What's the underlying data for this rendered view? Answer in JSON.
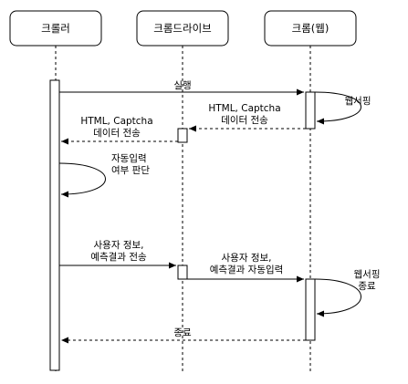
{
  "participants": [
    {
      "id": "crawler",
      "label": "크롤러"
    },
    {
      "id": "chromedriver",
      "label": "크롬드라이브"
    },
    {
      "id": "chrome_web",
      "label": "크롬(웹)"
    }
  ],
  "messages": [
    {
      "id": "m1",
      "lines": [
        "실행"
      ]
    },
    {
      "id": "m2",
      "lines": [
        "웹서핑"
      ]
    },
    {
      "id": "m3",
      "lines": [
        "HTML, Captcha",
        "데이터 전송"
      ]
    },
    {
      "id": "m4",
      "lines": [
        "HTML, Captcha",
        "데이터 전송"
      ]
    },
    {
      "id": "m5",
      "lines": [
        "자동입력",
        "여부 판단"
      ]
    },
    {
      "id": "m6",
      "lines": [
        "사용자 정보,",
        "예측결과 전송"
      ]
    },
    {
      "id": "m7",
      "lines": [
        "사용자 정보,",
        "예측결과 자동입력"
      ]
    },
    {
      "id": "m8",
      "lines": [
        "웹서핑",
        "종료"
      ]
    },
    {
      "id": "m9",
      "lines": [
        "종료"
      ]
    }
  ]
}
